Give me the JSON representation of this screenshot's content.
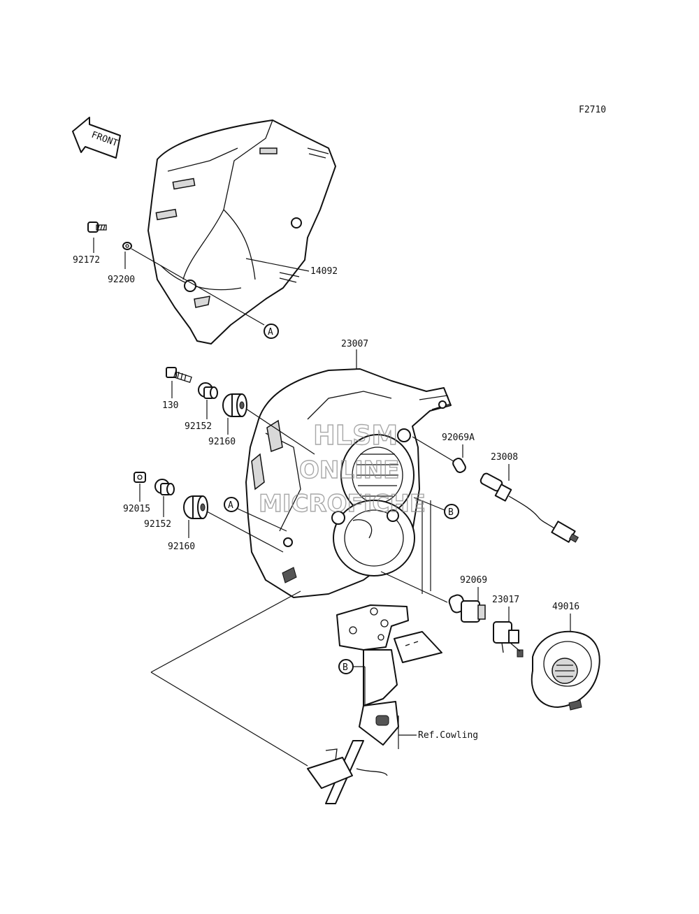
{
  "figure_code": "F2710",
  "front_arrow": {
    "text": "FRONT",
    "icon": "front-direction-arrow-icon"
  },
  "watermark": [
    "HLSM",
    "ONLINE",
    "MICROFICHE"
  ],
  "callouts": {
    "p92172": "92172",
    "p92200": "92200",
    "p14092": "14092",
    "p23007": "23007",
    "p130": "130",
    "p92152a": "92152",
    "p92160a": "92160",
    "p92069A": "92069A",
    "p23008": "23008",
    "p92015": "92015",
    "p92152b": "92152",
    "p92160b": "92160",
    "p92069": "92069",
    "p23017": "23017",
    "p49016": "49016",
    "ref_cowling": "Ref.Cowling"
  },
  "markers": {
    "A1": "A",
    "A2": "A",
    "B1": "B",
    "B2": "B"
  }
}
